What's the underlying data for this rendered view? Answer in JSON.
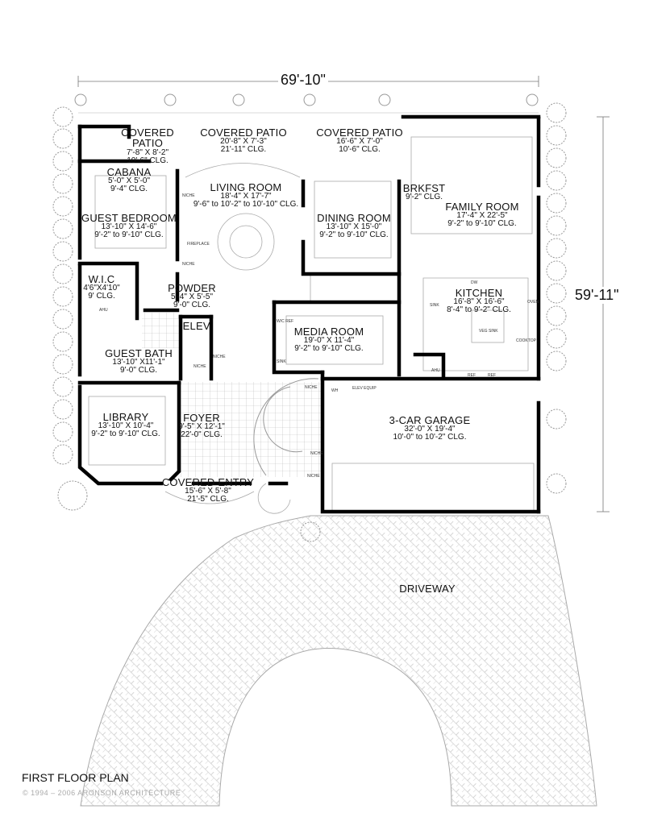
{
  "title": "FIRST FLOOR PLAN",
  "copyright": "© 1994 – 2006 ARONSON ARCHITECTURE",
  "dimensions": {
    "width": "69'-10\"",
    "depth": "59'-11\""
  },
  "colors": {
    "walls": "#000000",
    "lines": "#999999",
    "copyright": "#aaaaaa"
  },
  "rooms": [
    {
      "name": "COVERED PATIO",
      "size": "7'-8\" X 8'-2\"",
      "ceiling": "10'-6\" CLG.",
      "name_lines": [
        "COVERED",
        "PATIO"
      ]
    },
    {
      "name": "COVERED PATIO",
      "size": "20'-8\" X 7'-3\"",
      "ceiling": "21'-11\" CLG."
    },
    {
      "name": "COVERED PATIO",
      "size": "16'-6\" X 7'-0\"",
      "ceiling": "10'-6\" CLG."
    },
    {
      "name": "CABANA",
      "size": "5'-0\" X 5'-0\"",
      "ceiling": "9'-4\" CLG."
    },
    {
      "name": "LIVING ROOM",
      "size": "18'-4\" X 17'-7\"",
      "ceiling": "9'-6\" to 10'-2\" to 10'-10\" CLG."
    },
    {
      "name": "GUEST BEDROOM",
      "size": "13'-10\" X 14'-6\"",
      "ceiling": "9'-2\" to 9'-10\" CLG."
    },
    {
      "name": "DINING ROOM",
      "size": "13'-10\" X 15'-0\"",
      "ceiling": "9'-2\" to 9'-10\" CLG."
    },
    {
      "name": "BRKFST",
      "size": "",
      "ceiling": "9'-2\" CLG."
    },
    {
      "name": "FAMILY ROOM",
      "size": "17'-4\" X 22'-5\"",
      "ceiling": "9'-2\" to 9'-10\" CLG."
    },
    {
      "name": "W.I.C",
      "size": "4'6\"X4'10\"",
      "ceiling": "9' CLG."
    },
    {
      "name": "POWDER",
      "size": "5'-4\" X 5'-5\"",
      "ceiling": "9'-0\" CLG."
    },
    {
      "name": "ELEV.",
      "size": "",
      "ceiling": ""
    },
    {
      "name": "MEDIA ROOM",
      "size": "19'-0\" X 11'-4\"",
      "ceiling": "9'-2\" to 9'-10\" CLG."
    },
    {
      "name": "KITCHEN",
      "size": "16'-8\" X 16'-6\"",
      "ceiling": "8'-4\" to 9'-2\" CLG."
    },
    {
      "name": "GUEST BATH",
      "size": "13'-10\" X11'-1\"",
      "ceiling": "9'-0\" CLG."
    },
    {
      "name": "LIBRARY",
      "size": "13'-10\" X 10'-4\"",
      "ceiling": "9'-2\" to 9'-10\" CLG."
    },
    {
      "name": "FOYER",
      "size": "9'-5\" X 12'-1\"",
      "ceiling": "22'-0\" CLG."
    },
    {
      "name": "3-CAR GARAGE",
      "size": "32'-0\" X 19'-4\"",
      "ceiling": "10'-0\" to 10'-2\" CLG."
    },
    {
      "name": "COVERED ENTRY",
      "size": "15'-6\" X 5'-8\"",
      "ceiling": "21'-5\" CLG."
    },
    {
      "name": "DRIVEWAY",
      "size": "",
      "ceiling": ""
    }
  ],
  "fixtures": [
    "NICHE",
    "FIREPLACE",
    "NICHE",
    "AHU",
    "NICHE",
    "NICHE",
    "W/C REF",
    "SINK",
    "WH",
    "ELEV EQUIP",
    "NICHE",
    "NICHE",
    "NICHE",
    "DW",
    "SINK",
    "OVEN",
    "VEG SINK",
    "COOKTOP",
    "AHU",
    "REF",
    "REF"
  ]
}
